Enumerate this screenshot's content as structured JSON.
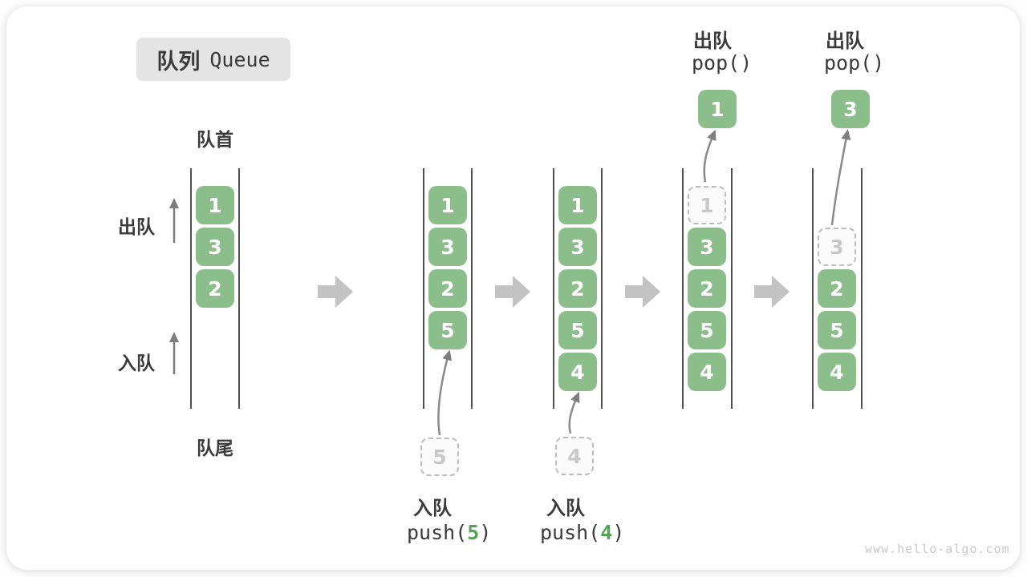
{
  "title": {
    "zh": "队列",
    "en": "Queue"
  },
  "side": {
    "front": "队首",
    "rear": "队尾",
    "dequeue": "出队",
    "enqueue": "入队"
  },
  "queues": {
    "q1": {
      "s0": "1",
      "s1": "3",
      "s2": "2"
    },
    "q2": {
      "s0": "1",
      "s1": "3",
      "s2": "2",
      "s3": "5",
      "incoming": "5",
      "action": "入队",
      "fn_pre": "push(",
      "fn_arg": "5",
      "fn_post": ")"
    },
    "q3": {
      "s0": "1",
      "s1": "3",
      "s2": "2",
      "s3": "5",
      "s4": "4",
      "incoming": "4",
      "action": "入队",
      "fn_pre": "push(",
      "fn_arg": "4",
      "fn_post": ")"
    },
    "q4": {
      "ghost": "1",
      "s1": "3",
      "s2": "2",
      "s3": "5",
      "s4": "4",
      "popped": "1",
      "action": "出队",
      "fn": "pop()"
    },
    "q5": {
      "ghost": "3",
      "s2": "2",
      "s3": "5",
      "s4": "4",
      "popped": "3",
      "action": "出队",
      "fn": "pop()"
    }
  },
  "watermark": "www.hello-algo.com",
  "colors": {
    "box_green": "#8cbe8c",
    "accent_green": "#55a155",
    "block_arrow": "#c3c3c3",
    "arrow_line": "#7d7d7d",
    "wall": "#4f4f4f",
    "text": "#3a3a3a",
    "ghost_border": "#bcbcbc",
    "ghost_text": "#c8c8c8",
    "title_bg": "#e4e4e4",
    "watermark_text": "#c9c9c9"
  }
}
